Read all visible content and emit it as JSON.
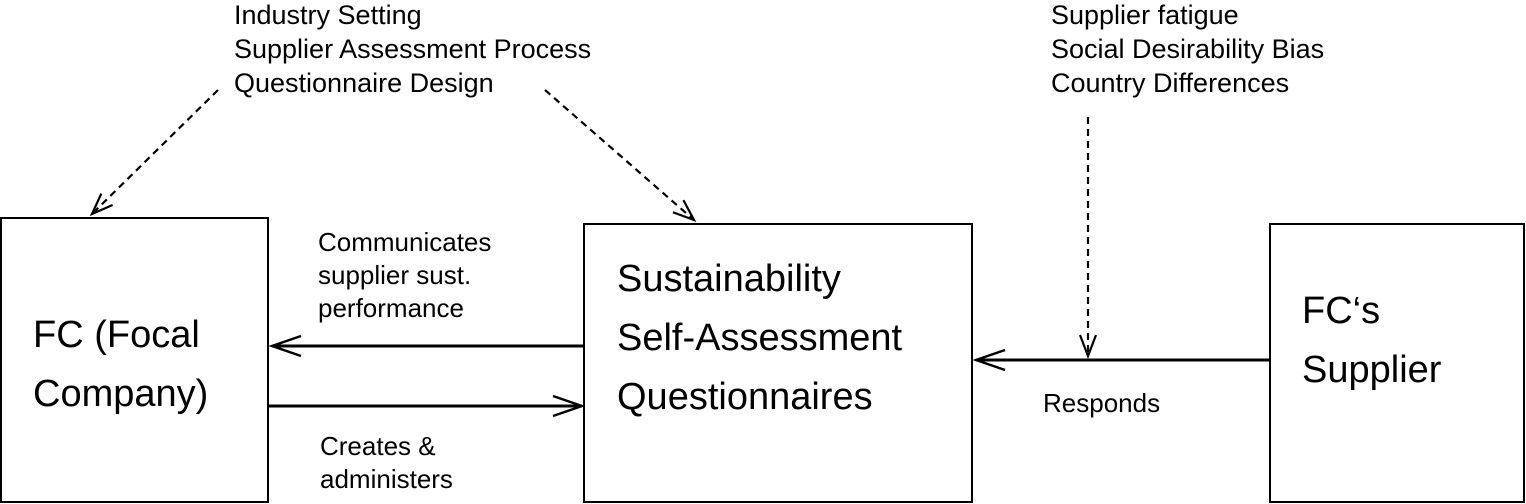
{
  "context_left": {
    "lines": [
      "Industry Setting",
      "Supplier Assessment Process",
      "Questionnaire Design"
    ]
  },
  "context_right": {
    "lines": [
      "Supplier fatigue",
      "Social Desirability Bias",
      "Country Differences"
    ]
  },
  "boxes": {
    "fc": {
      "lines": [
        "FC (Focal",
        "Company)"
      ]
    },
    "ssaq": {
      "lines": [
        "Sustainability",
        "Self-Assessment",
        "Questionnaires"
      ]
    },
    "supplier": {
      "lines": [
        "FC‘s",
        "Supplier"
      ]
    }
  },
  "edges": {
    "communicates": {
      "lines": [
        "Communicates",
        "supplier sust.",
        "performance"
      ]
    },
    "creates": {
      "lines": [
        "Creates &",
        "administers"
      ]
    },
    "responds": {
      "label": "Responds"
    }
  }
}
